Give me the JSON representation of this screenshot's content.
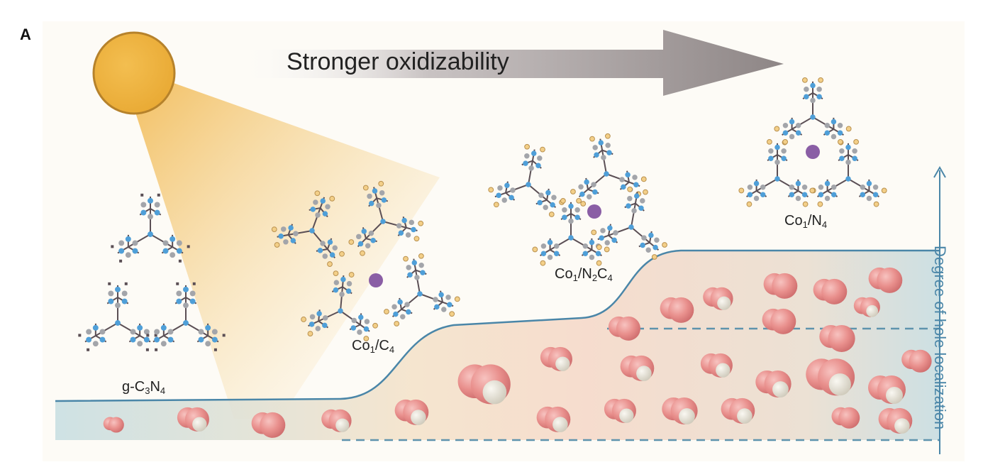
{
  "panel_label": "A",
  "arrow_label": "Stronger oxidizability",
  "axis_label": "Degree of hole localization",
  "structures": [
    {
      "name": "g-C3N4",
      "parts": [
        "g-C",
        "3",
        "N",
        "4"
      ]
    },
    {
      "name": "Co1/C4",
      "parts": [
        "Co",
        "1",
        "/C",
        "4"
      ]
    },
    {
      "name": "Co1/N2C4",
      "parts": [
        "Co",
        "1",
        "/N",
        "2",
        "C",
        "4"
      ]
    },
    {
      "name": "Co1/N4",
      "parts": [
        "Co",
        "1",
        "/N",
        "4"
      ]
    }
  ],
  "colors": {
    "sun": "#eeb23e",
    "nitrogen": "#4f9fd8",
    "carbon": "#a3a5aa",
    "hydrogen": "#f3cf88",
    "cobalt": "#8a5ea5",
    "step_line": "#4a86a8",
    "oxygen": "#e98a8a",
    "hydrogen_gas": "#e4e0d3"
  }
}
